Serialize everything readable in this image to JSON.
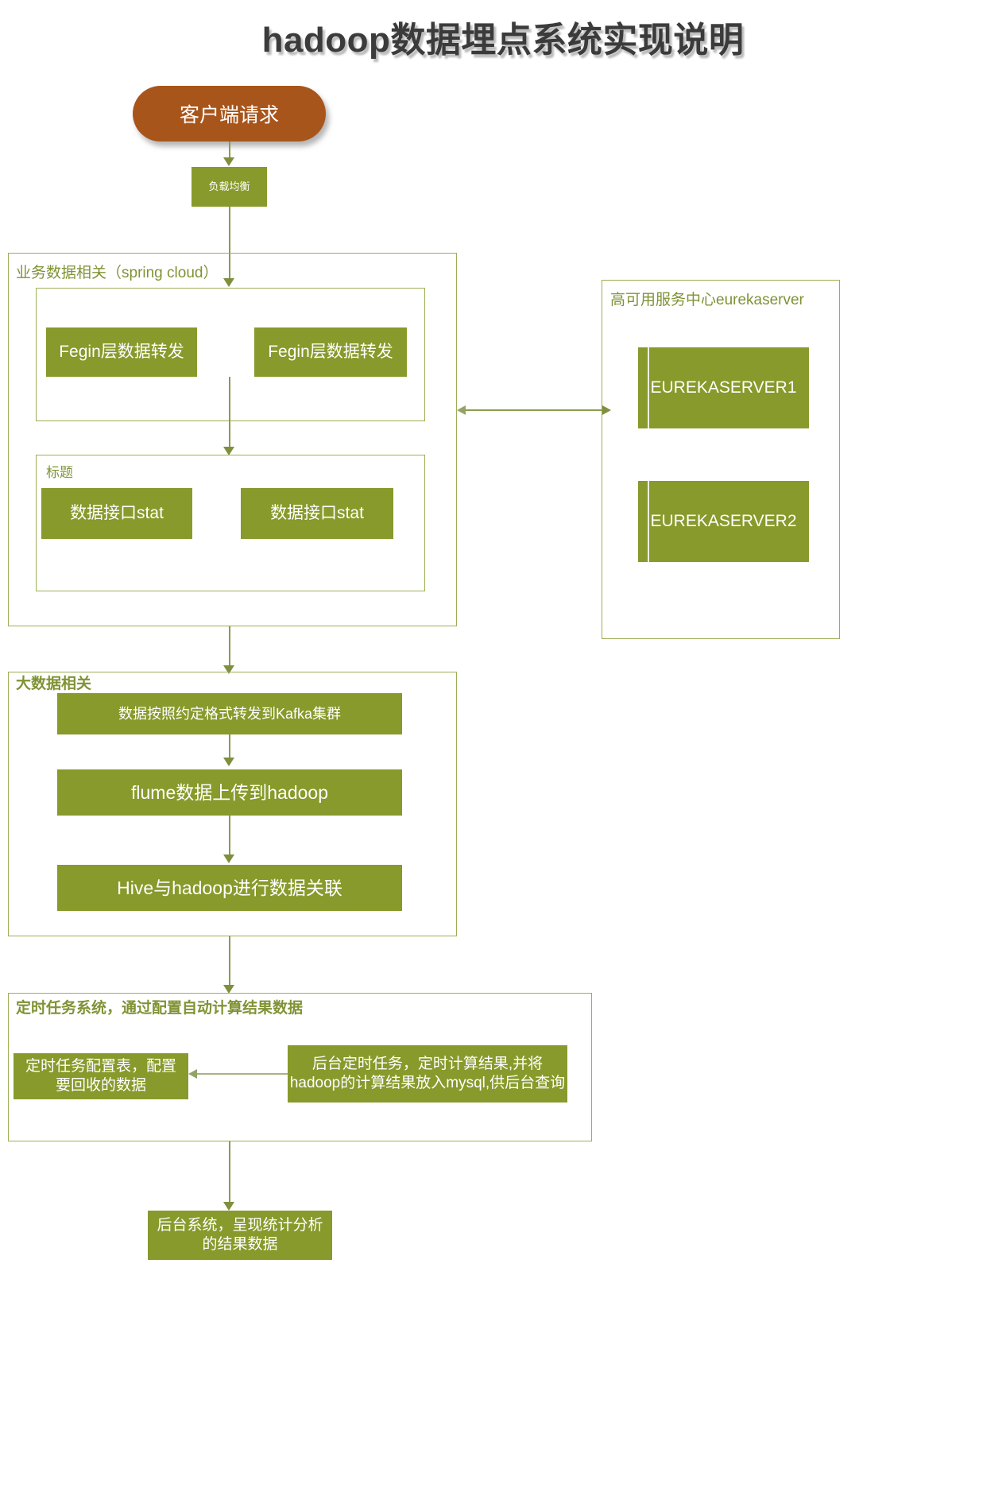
{
  "title": "hadoop数据埋点系统实现说明",
  "colors": {
    "box_green": "#879a2b",
    "group_border": "#9caf56",
    "label_green": "#7f9335",
    "client_brown": "#a8551b",
    "connector": "#8a9c4a",
    "title_gray": "#3b3b3b"
  },
  "nodes": {
    "client_request": "客户端请求",
    "load_balance": "负载均衡",
    "fegin_left": "Fegin层数据转发",
    "fegin_right": "Fegin层数据转发",
    "stat_left": "数据接口stat",
    "stat_right": "数据接口stat",
    "eureka1": "EUREKASERVER1",
    "eureka2": "EUREKASERVER2",
    "kafka": "数据按照约定格式转发到Kafka集群",
    "flume": "flume数据上传到hadoop",
    "hive": "Hive与hadoop进行数据关联",
    "task_config_table": "定时任务配置表，配置\n要回收的数据",
    "task_config_table_line1": "定时任务配置表，配置",
    "task_config_table_line2": "要回收的数据",
    "backend_task_line1": "后台定时任务，定时计算结果,并将",
    "backend_task_line2": "hadoop的计算结果放入mysql,供后台查询",
    "backend_system_line1": "后台系统，呈现统计分析",
    "backend_system_line2": "的结果数据"
  },
  "groups": {
    "business": "业务数据相关（spring cloud）",
    "business_sub_title": "标题",
    "eureka": "高可用服务中心eurekaserver",
    "bigdata": "大数据相关",
    "scheduler": "定时任务系统，通过配置自动计算结果数据"
  }
}
